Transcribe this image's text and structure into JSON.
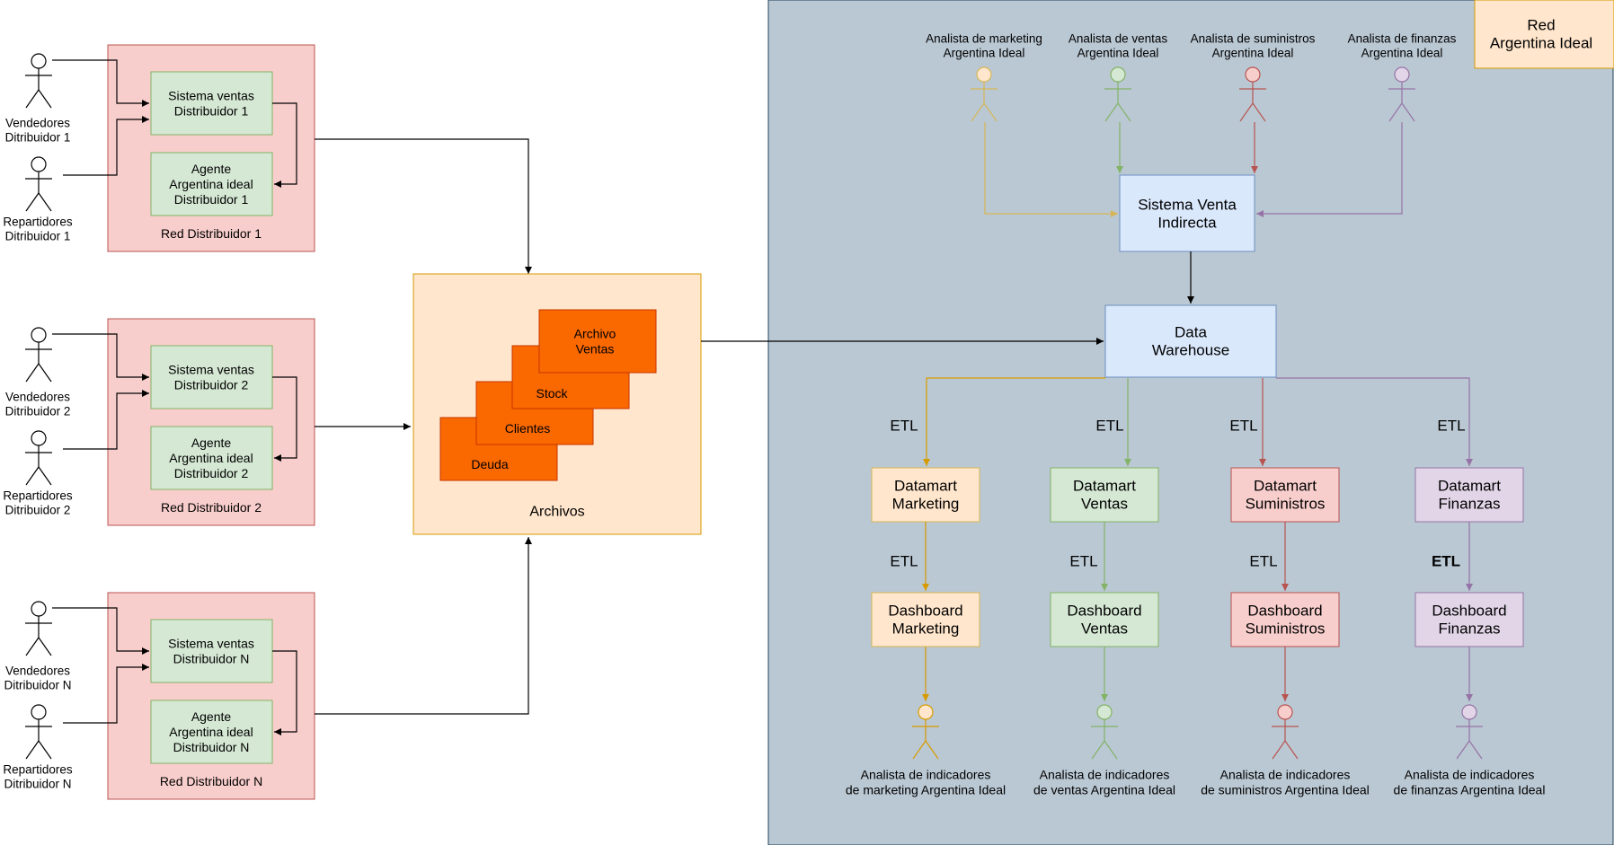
{
  "distributors": [
    {
      "network_label": "Red Distribuidor 1",
      "system_label": [
        "Sistema ventas",
        "Distribuidor 1"
      ],
      "agent_label": [
        "Agente",
        "Argentina ideal",
        "Distribuidor 1"
      ],
      "sellers_label": [
        "Vendedores",
        "Ditribuidor 1"
      ],
      "deliverers_label": [
        "Repartidores",
        "Ditribuidor 1"
      ]
    },
    {
      "network_label": "Red Distribuidor 2",
      "system_label": [
        "Sistema ventas",
        "Distribuidor 2"
      ],
      "agent_label": [
        "Agente",
        "Argentina ideal",
        "Distribuidor 2"
      ],
      "sellers_label": [
        "Vendedores",
        "Ditribuidor 2"
      ],
      "deliverers_label": [
        "Repartidores",
        "Ditribuidor 2"
      ]
    },
    {
      "network_label": "Red Distribuidor N",
      "system_label": [
        "Sistema ventas",
        "Distribuidor N"
      ],
      "agent_label": [
        "Agente",
        "Argentina ideal",
        "Distribuidor N"
      ],
      "sellers_label": [
        "Vendedores",
        "Ditribuidor N"
      ],
      "deliverers_label": [
        "Repartidores",
        "Ditribuidor N"
      ]
    }
  ],
  "archivos": {
    "label": "Archivos",
    "files": [
      {
        "label": [
          "Deuda"
        ]
      },
      {
        "label": [
          "Clientes"
        ]
      },
      {
        "label": [
          "Stock"
        ]
      },
      {
        "label": [
          "Archivo",
          "Ventas"
        ]
      }
    ]
  },
  "red_argentina": {
    "label": [
      "Red",
      "Argentina Ideal"
    ],
    "top_analysts": [
      {
        "label": [
          "Analista de marketing",
          "Argentina Ideal"
        ],
        "color": "#d6b656",
        "fill": "#ffe6cc"
      },
      {
        "label": [
          "Analista de ventas",
          "Argentina Ideal"
        ],
        "color": "#82b366",
        "fill": "#d5e8d4"
      },
      {
        "label": [
          "Analista de suministros",
          "Argentina Ideal"
        ],
        "color": "#b85450",
        "fill": "#f8cecc"
      },
      {
        "label": [
          "Analista de finanzas",
          "Argentina Ideal"
        ],
        "color": "#9673a6",
        "fill": "#e1d5e7"
      }
    ],
    "system": [
      "Sistema Venta",
      "Indirecta"
    ],
    "warehouse": [
      "Data",
      "Warehouse"
    ],
    "etl_label": "ETL",
    "columns": [
      {
        "datamart": [
          "Datamart",
          "Marketing"
        ],
        "dashboard": [
          "Dashboard",
          "Marketing"
        ],
        "analyst": [
          "Analista de indicadores",
          "de marketing Argentina Ideal"
        ],
        "color": "#d79b00",
        "fill": "#ffe6cc",
        "stroke": "#d6b656"
      },
      {
        "datamart": [
          "Datamart",
          "Ventas"
        ],
        "dashboard": [
          "Dashboard",
          "Ventas"
        ],
        "analyst": [
          "Analista de indicadores",
          "de ventas Argentina Ideal"
        ],
        "color": "#82b366",
        "fill": "#d5e8d4",
        "stroke": "#82b366"
      },
      {
        "datamart": [
          "Datamart",
          "Suministros"
        ],
        "dashboard": [
          "Dashboard",
          "Suministros"
        ],
        "analyst": [
          "Analista de indicadores",
          "de suministros Argentina Ideal"
        ],
        "color": "#b85450",
        "fill": "#f8cecc",
        "stroke": "#b85450"
      },
      {
        "datamart": [
          "Datamart",
          "Finanzas"
        ],
        "dashboard": [
          "Dashboard",
          "Finanzas"
        ],
        "analyst": [
          "Analista de indicadores",
          "de finanzas Argentina Ideal"
        ],
        "color": "#9673a6",
        "fill": "#e1d5e7",
        "stroke": "#9673a6"
      }
    ]
  }
}
